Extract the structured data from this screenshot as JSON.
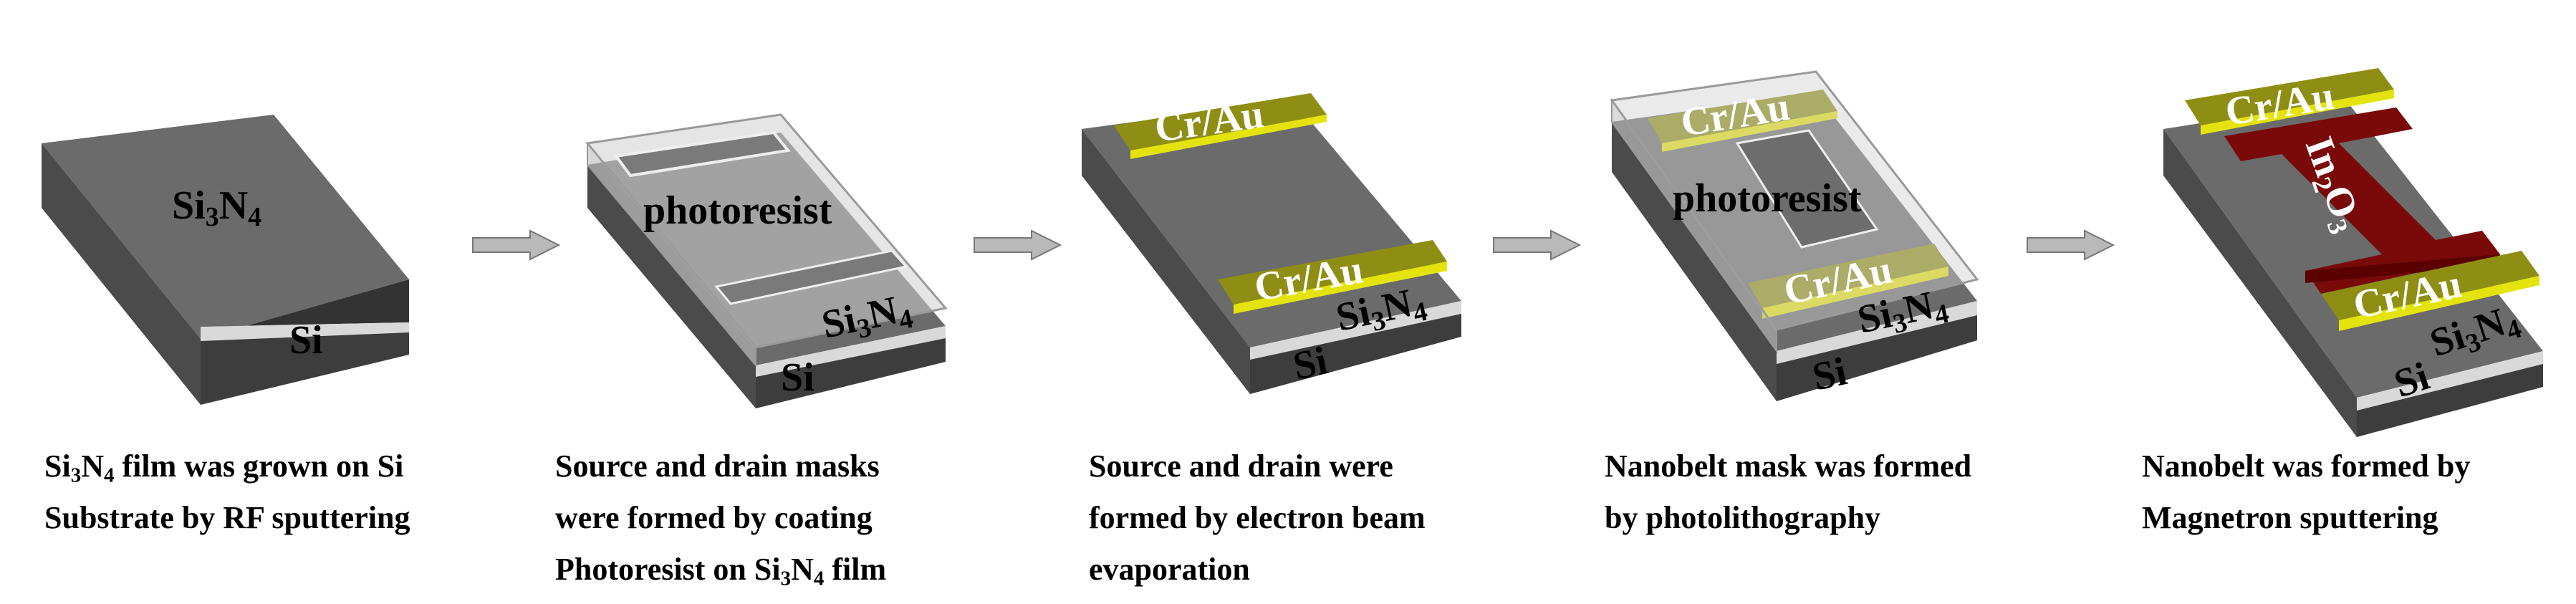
{
  "colors": {
    "top": "#6b6b6b",
    "front": "#4b4b4b",
    "side": "#333333",
    "si_front": "#5c5c5c",
    "si_side": "#3d3d3d",
    "nitride_layer": "#d9d9d9",
    "photoresist": "#c8c8c8",
    "electrode": "#8e8e14",
    "electrode_edge": "#e4e40c",
    "nanobelt": "#7a0a0a",
    "nanobelt_dark": "#5a0000",
    "arrow": "#b9b9b9"
  },
  "steps": [
    {
      "labels": {
        "top": "Si3N4",
        "si": "Si"
      },
      "caption": [
        "Si3N4 film was grown on Si",
        "Substrate by RF sputtering"
      ]
    },
    {
      "labels": {
        "resist": "photoresist",
        "si": "Si",
        "nitride": "Si3N4"
      },
      "caption": [
        "Source and drain masks",
        "were formed by coating",
        "Photoresist on Si3N4 film"
      ]
    },
    {
      "labels": {
        "electrode_top": "Cr/Au",
        "electrode_bottom": "Cr/Au",
        "si": "Si",
        "nitride": "Si3N4"
      },
      "caption": [
        "Source and drain were",
        "formed by electron beam",
        "evaporation"
      ]
    },
    {
      "labels": {
        "electrode_top": "Cr/Au",
        "electrode_bottom": "Cr/Au",
        "resist": "photoresist",
        "si": "Si",
        "nitride": "Si3N4"
      },
      "caption": [
        "Nanobelt mask was formed",
        "by photolithography"
      ]
    },
    {
      "labels": {
        "electrode_top": "Cr/Au",
        "electrode_bottom": "Cr/Au",
        "nanobelt": "In2O3",
        "si": "Si",
        "nitride": "Si3N4"
      },
      "caption": [
        "Nanobelt was formed by",
        "Magnetron sputtering"
      ]
    }
  ]
}
